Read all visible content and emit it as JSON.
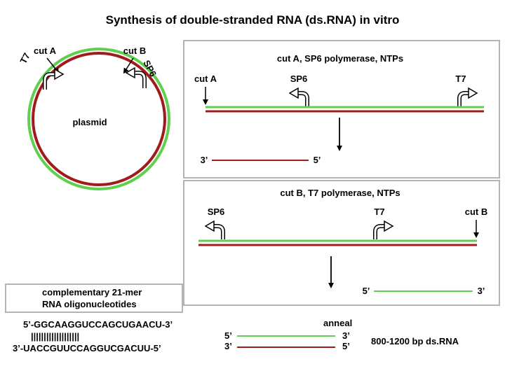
{
  "title": "Synthesis of double-stranded RNA (ds.RNA) in vitro",
  "plasmid": {
    "label": "plasmid",
    "cut_a": "cut A",
    "cut_b": "cut B",
    "t7": "T7",
    "sp6": "SP6"
  },
  "panel1": {
    "heading": "cut A, SP6 polymerase, NTPs",
    "cut_a": "cut A",
    "sp6": "SP6",
    "t7": "T7",
    "product_3": "3’",
    "product_5": "5’"
  },
  "panel2": {
    "heading": "cut B, T7 polymerase, NTPs",
    "sp6": "SP6",
    "t7": "T7",
    "cut_b": "cut B",
    "product_5": "5’",
    "product_3": "3’"
  },
  "oligo": {
    "line1": "complementary 21-mer",
    "line2": "RNA oligonucleotides",
    "seq_top": "5’-GGCAAGGUCCAGCUGAACU-3’",
    "pairs": "|||||||||||||||||||",
    "seq_bottom": "3’-UACCGUUCCAGGUCGACUU-5’"
  },
  "anneal": {
    "label": "anneal",
    "left_top": "5’",
    "left_bottom": "3’",
    "right_top": "3’",
    "right_bottom": "5’",
    "result": "800-1200 bp ds.RNA"
  },
  "colors": {
    "green": "#5fcf4f",
    "red": "#a01c1c",
    "border": "#b4b4b4"
  }
}
